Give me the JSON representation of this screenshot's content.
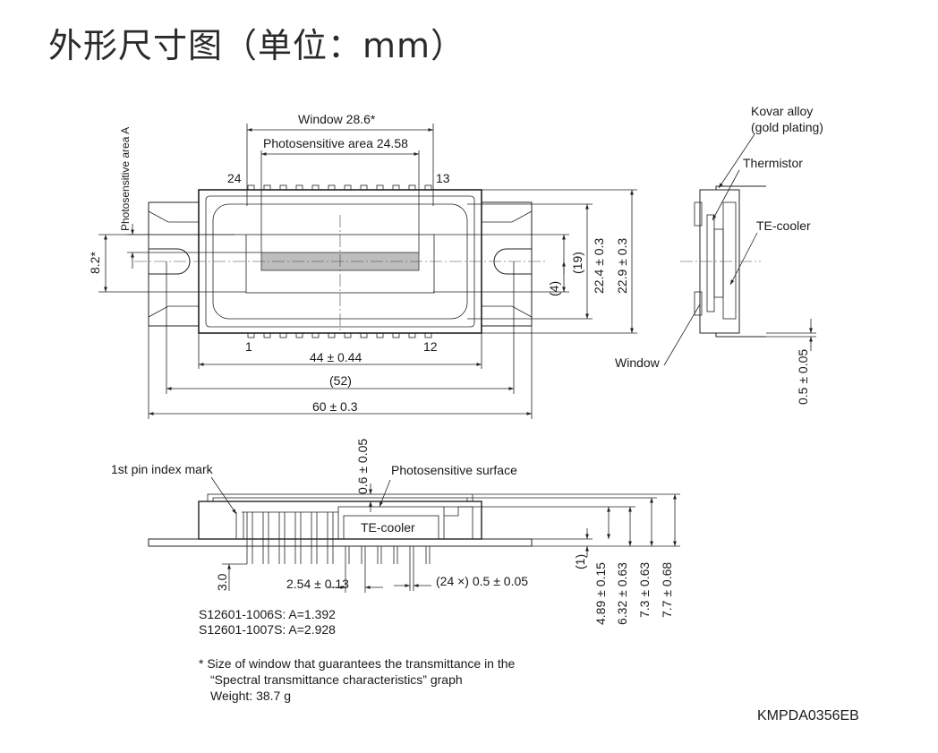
{
  "title": "外形尺寸图（单位：mm）",
  "top_view": {
    "window_label": "Window 28.6*",
    "photo_area_label": "Photosensitive area 24.58",
    "photo_area_a_label": "Photosensitive area A",
    "pin_24": "24",
    "pin_13": "13",
    "pin_1": "1",
    "pin_12": "12",
    "dim_8_2": "8.2*",
    "dim_4": "(4)",
    "dim_19": "(19)",
    "dim_22_4": "22.4 ± 0.3",
    "dim_22_9": "22.9 ± 0.3",
    "dim_44": "44 ± 0.44",
    "dim_52": "(52)",
    "dim_60": "60 ± 0.3"
  },
  "side_view": {
    "kovar_line1": "Kovar alloy",
    "kovar_line2": "(gold plating)",
    "thermistor": "Thermistor",
    "te_cooler": "TE-cooler",
    "window": "Window",
    "dim_0_5": "0.5 ± 0.05"
  },
  "front_view": {
    "pin_index": "1st pin index mark",
    "dim_0_6": "0.6 ± 0.05",
    "photo_surface": "Photosensitive surface",
    "te_cooler": "TE-cooler",
    "dim_3_0": "3.0",
    "dim_2_54": "2.54 ± 0.13",
    "dim_pin": "(24 ×) 0.5 ± 0.05",
    "dim_1": "(1)",
    "dim_4_89": "4.89 ± 0.15",
    "dim_6_32": "6.32 ± 0.63",
    "dim_7_3": "7.3 ± 0.63",
    "dim_7_7": "7.7 ± 0.68"
  },
  "notes": {
    "model1": "S12601-1006S: A=1.392",
    "model2": "S12601-1007S: A=2.928",
    "note_line1": "* Size of window that guarantees the transmittance in the",
    "note_line2": "“Spectral transmittance characteristics” graph",
    "weight": "Weight: 38.7 g",
    "drawing_code": "KMPDA0356EB"
  }
}
